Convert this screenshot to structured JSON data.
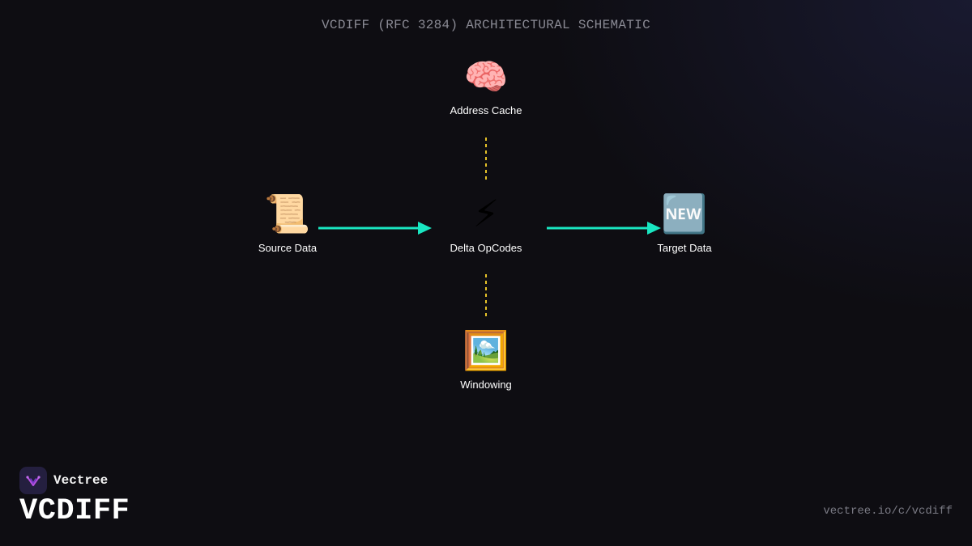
{
  "header": {
    "title": "VCDIFF (RFC 3284) ARCHITECTURAL SCHEMATIC"
  },
  "diagram": {
    "nodes": [
      {
        "id": "cache",
        "label": "Address Cache",
        "icon": "🧠",
        "icon_name": "brain-icon"
      },
      {
        "id": "source",
        "label": "Source Data",
        "icon": "📜",
        "icon_name": "scroll-icon"
      },
      {
        "id": "delta",
        "label": "Delta OpCodes",
        "icon": "⚡",
        "icon_name": "lightning-icon"
      },
      {
        "id": "target",
        "label": "Target Data",
        "icon": "🆕",
        "icon_name": "new-badge-icon"
      },
      {
        "id": "window",
        "label": "Windowing",
        "icon": "🖼️",
        "icon_name": "framed-picture-icon"
      }
    ],
    "edges": [
      {
        "from": "source",
        "to": "delta",
        "style": "solid-arrow"
      },
      {
        "from": "delta",
        "to": "target",
        "style": "solid-arrow"
      },
      {
        "from": "cache",
        "to": "delta",
        "style": "dashed"
      },
      {
        "from": "delta",
        "to": "window",
        "style": "dashed"
      }
    ],
    "colors": {
      "arrow": "#19e6c1",
      "dashed": "#e6c229"
    }
  },
  "footer": {
    "brand": "Vectree",
    "product": "VCDIFF",
    "url": "vectree.io/c/vcdiff"
  },
  "colors": {
    "background": "#0e0d12",
    "logo_bg": "#241f3f",
    "logo_accent": "#b44fe0"
  }
}
